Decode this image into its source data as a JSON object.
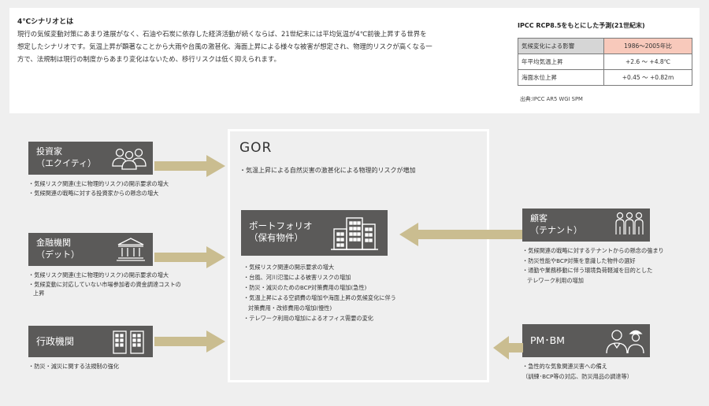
{
  "intro": {
    "title": "4℃シナリオとは",
    "lines": [
      "現行の気候変動対策にあまり進展がなく、石油や石炭に依存した経済活動が続くならば、21世紀末には平均気温が4℃前後上昇する世界を",
      "想定したシナリオです。気温上昇が顕著なことから大雨や台風の激甚化、海面上昇による様々な被害が想定され、物理的リスクが高くなる一",
      "方で、法規制は現行の制度からあまり変化はないため、移行リスクは低く抑えられます。"
    ]
  },
  "ipcc": {
    "title": "IPCC RCP8.5をもとにした予測(21世紀末)",
    "header": [
      "気候変化による影響",
      "1986～2005年比"
    ],
    "rows": [
      [
        "年平均気温上昇",
        "+2.6 ～ +4.8℃"
      ],
      [
        "海面水位上昇",
        "+0.45 ～ +0.82m"
      ]
    ],
    "source": "出典:IPCC AR5 WGⅠ SPM"
  },
  "gor": {
    "title": "GOR",
    "note": "・気温上昇による自然災害の激甚化による物理的リスクが増加",
    "portfolio_label": "ポートフォリオ\n（保有物件）",
    "portfolio_notes": [
      "・気候リスク関連の開示要求の増大",
      "・台風、河川氾濫による被害リスクの増加",
      "・防災・減災のためのBCP対策費用の増加(急性)",
      "・気温上昇による空調費の増加や海面上昇の気候変化に伴う",
      "対策費用・改修費用の増加(慢性)",
      "・テレワーク利用の増加によるオフィス需要の変化"
    ]
  },
  "left": {
    "investor": {
      "label": "投資家\n（エクイティ）",
      "notes": [
        "・気候リスク関連(主に物理的リスク)の開示要求の増大",
        "・気候関連の戦略に対する投資家からの懸念の増大"
      ]
    },
    "finance": {
      "label": "金融機関\n（デット）",
      "notes": [
        "・気候リスク関連(主に物理的リスク)の開示要求の増大",
        "・気候変動に対応していない市場参加者の資金調達コストの",
        "上昇"
      ]
    },
    "gov": {
      "label": "行政機関",
      "notes": [
        "・防災・減災に関する法規制の強化"
      ]
    }
  },
  "right": {
    "customer": {
      "label": "顧客\n（テナント）",
      "notes": [
        "・気候関連の戦略に対するテナントからの懸念の強まり",
        "・防災性能やBCP対策を意識した物件の選好",
        "・通勤や業務移動に伴う環境負荷軽減を目的とした",
        "テレワーク利用の増加"
      ]
    },
    "pmbm": {
      "label": "PM･BM",
      "notes": [
        "・急性的な気象関連災害への備え",
        "（訓練･BCP等の対応、防災用品の調達等）"
      ]
    }
  },
  "colors": {
    "box": "#5b5a59",
    "arrow": "#cabd90",
    "highlight": "#f8c9bb"
  }
}
